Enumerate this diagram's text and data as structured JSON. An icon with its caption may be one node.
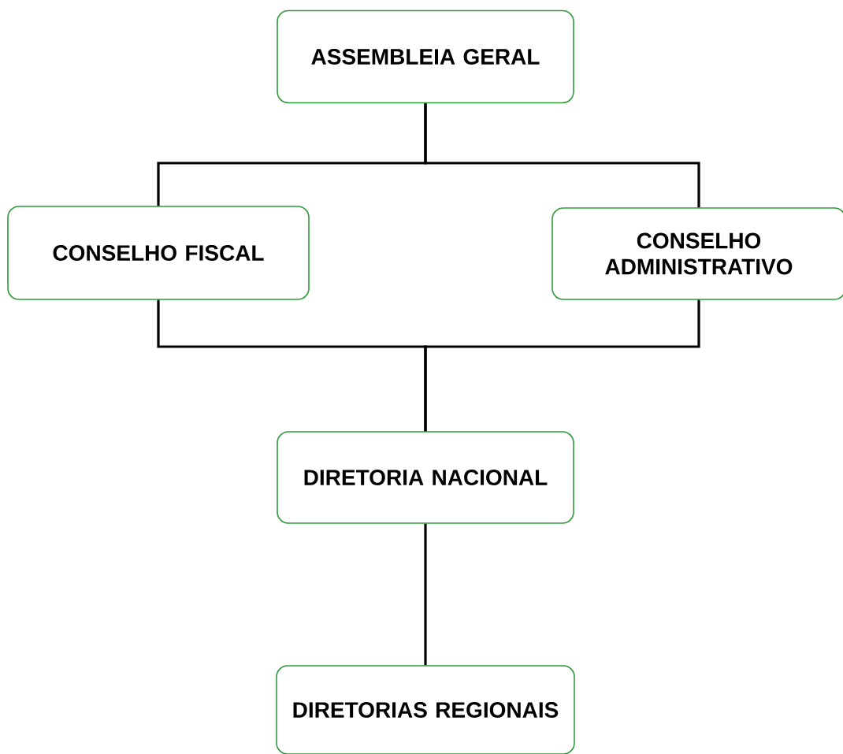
{
  "diagram": {
    "nodes": [
      {
        "text": [
          "ASSEMBLEIA GERAL"
        ]
      },
      {
        "text": [
          "CONSELHO FISCAL"
        ]
      },
      {
        "text": [
          "CONSELHO ADMINISTRATIVO"
        ]
      },
      {
        "text": [
          "DIRETORIA NACIONAL"
        ]
      },
      {
        "text": [
          "DIRETORIAS REGIONAIS"
        ]
      }
    ],
    "edges": [
      {
        "from": 0,
        "to": 1,
        "arrow": "none"
      },
      {
        "from": 0,
        "to": 2,
        "arrow": "none"
      },
      {
        "from": 1,
        "to": 3,
        "arrow": "none"
      },
      {
        "from": 2,
        "to": 3,
        "arrow": "none"
      },
      {
        "from": 3,
        "to": 4,
        "arrow": "none"
      }
    ]
  }
}
